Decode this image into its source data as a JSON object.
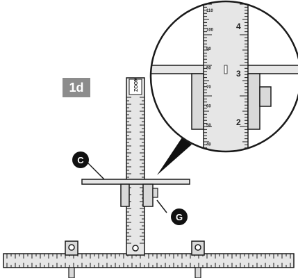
{
  "figure": {
    "step_label": "1d",
    "callouts": [
      {
        "id": "C",
        "label": "C"
      },
      {
        "id": "G",
        "label": "G"
      }
    ]
  },
  "vertical_rule": {
    "brand_text": "ZOOM"
  },
  "magnifier": {
    "inch_labels": [
      "4",
      "3",
      "2"
    ],
    "metric_labels": [
      "110",
      "100",
      "90",
      "80",
      "70",
      "60",
      "50",
      "40"
    ]
  },
  "colors": {
    "badge_bg": "#8c8c8c",
    "callout_bg": "#111111",
    "rule_fill": "#e6e6e6",
    "block_fill": "#d9d9d9",
    "ink": "#1a1a1a"
  }
}
